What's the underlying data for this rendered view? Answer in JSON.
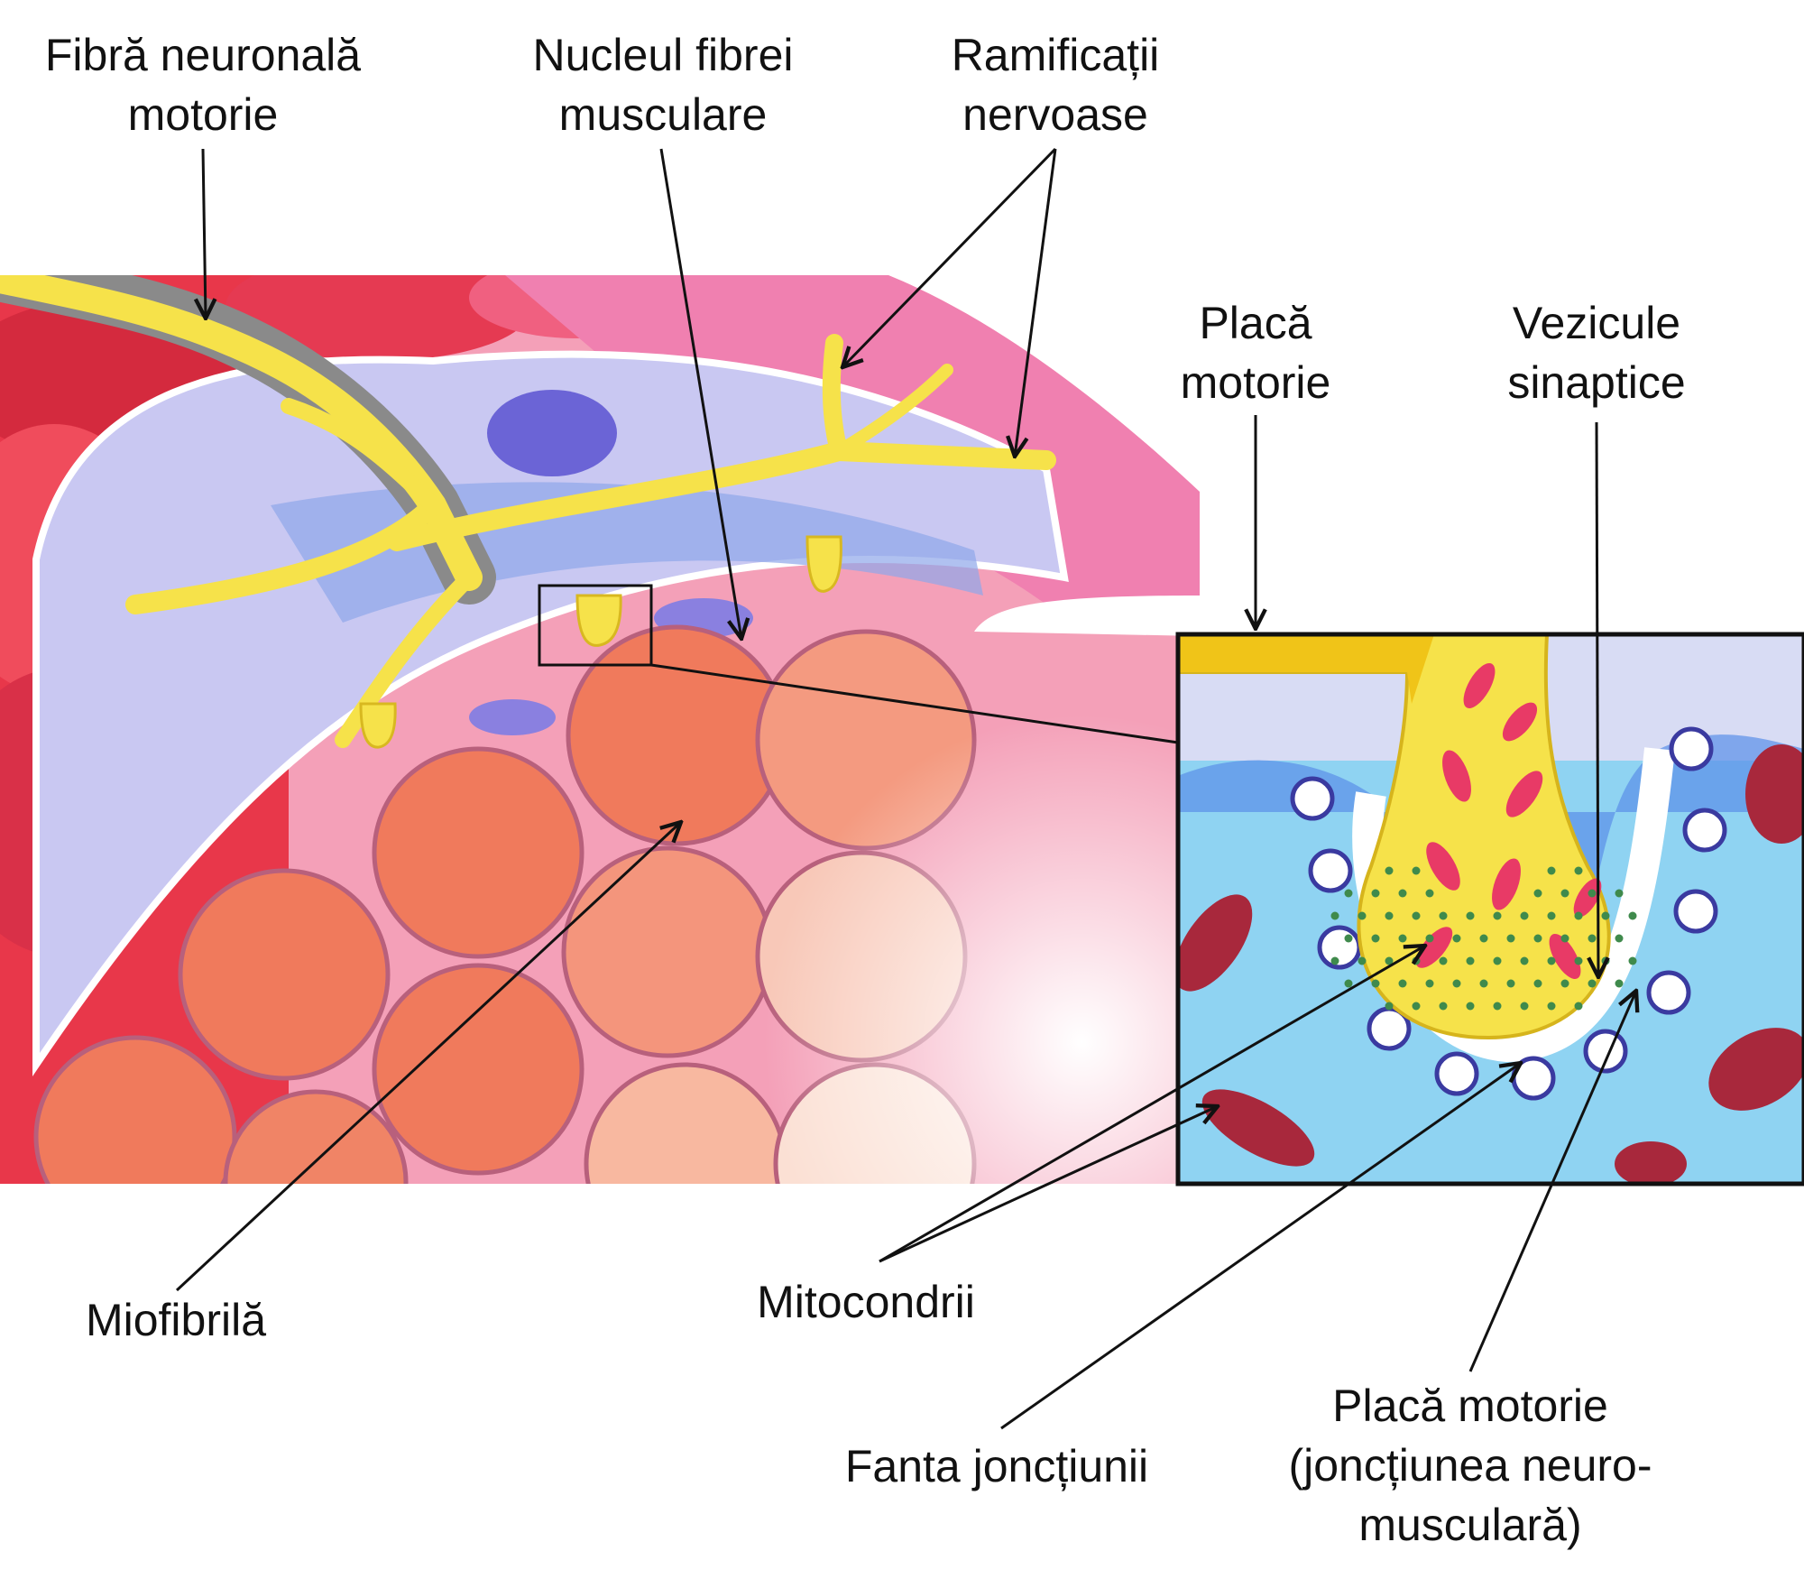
{
  "labels": {
    "motor_neuron_fiber": [
      "Fibră neuronală",
      "motorie"
    ],
    "muscle_fiber_nucleus": [
      "Nucleul fibrei",
      "musculare"
    ],
    "nerve_branches": [
      "Ramificații",
      "nervoase"
    ],
    "motor_plate_top": [
      "Placă",
      "motorie"
    ],
    "synaptic_vesicles": [
      "Vezicule",
      "sinaptice"
    ],
    "myofibril": "Miofibrilă",
    "mitochondria": "Mitocondrii",
    "junction_cleft": "Fanta joncțiunii",
    "motor_plate_bottom": [
      "Placă motorie",
      "(joncțiunea neuro-",
      "musculară)"
    ]
  },
  "colors": {
    "muscle_red": "#e8374a",
    "myofibril_orange": "#f07a5c",
    "nerve_yellow": "#f6e24a",
    "membrane_blue": "#8fa6ea",
    "cytoplasm_cyan": "#8fd3f2",
    "nucleus_purple": "#6b64d6",
    "vesicle_green": "#3f8a4c",
    "mitochondria_maroon": "#a8283c",
    "line": "#111111"
  }
}
